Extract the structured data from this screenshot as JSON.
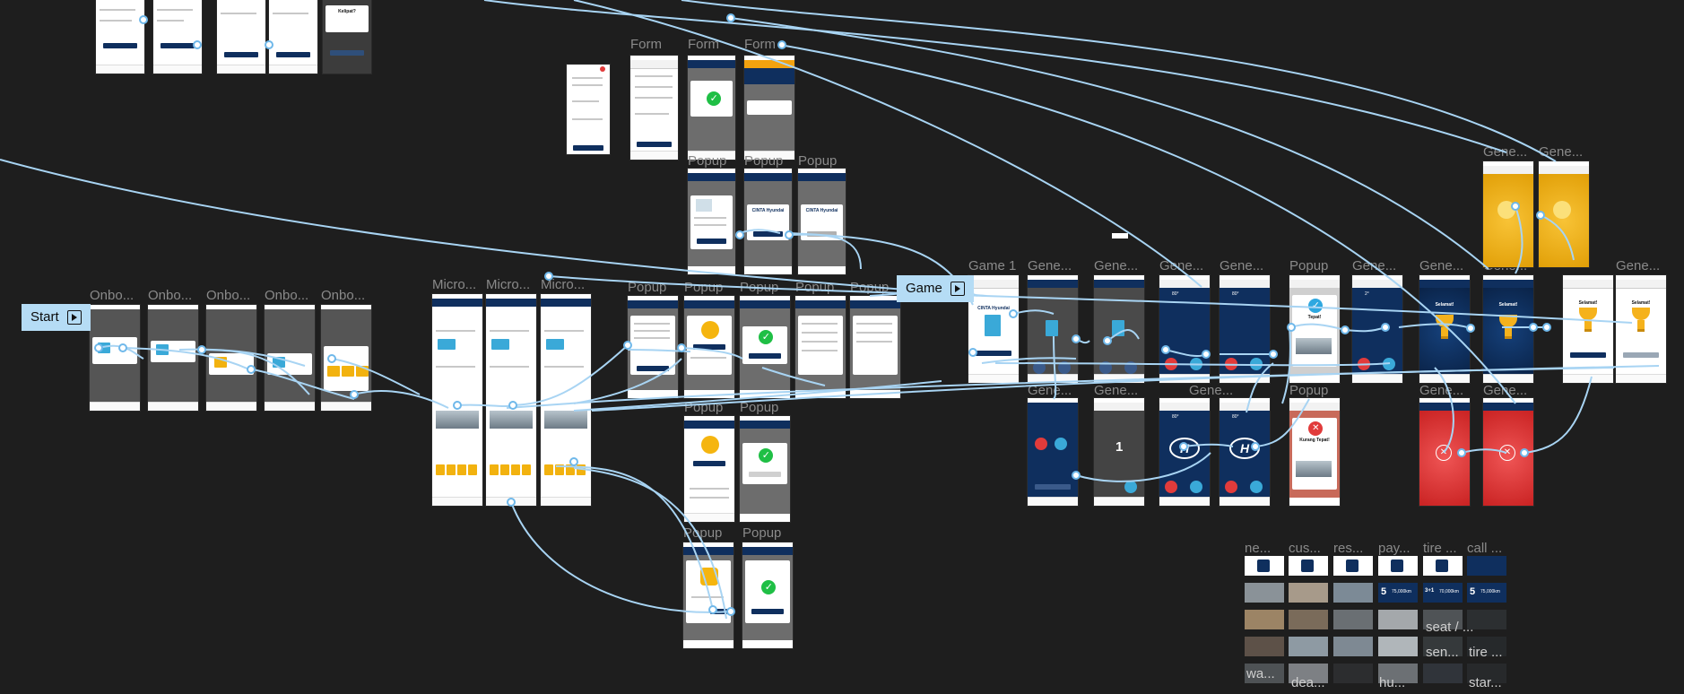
{
  "flows": {
    "start": "Start",
    "game": "Game"
  },
  "labels": {
    "onboarding": [
      "Onbo...",
      "Onbo...",
      "Onbo...",
      "Onbo...",
      "Onbo..."
    ],
    "micro": [
      "Micro...",
      "Micro...",
      "Micro..."
    ],
    "form": [
      "Form",
      "Form",
      "Form"
    ],
    "popup_top": [
      "Popup",
      "Popup",
      "Popup"
    ],
    "popup_mid": [
      "Popup",
      "Popup",
      "Popup",
      "Popup",
      "Popup"
    ],
    "popup_mid2": [
      "Popup",
      "Popup"
    ],
    "popup_bottom": [
      "Popup",
      "Popup"
    ],
    "game1": "Game 1",
    "gene_row1": [
      "Gene...",
      "Gene...",
      "Gene...",
      "Gene...",
      "Popup",
      "Gene...",
      "Gene...",
      "Gene..."
    ],
    "gene_right": [
      "Gene..."
    ],
    "gene_top": [
      "Gene...",
      "Gene..."
    ],
    "gene_row2": [
      "Gene...",
      "Gene...",
      "Gene...",
      "Popup",
      "Gene...",
      "Gene..."
    ],
    "asset_headers": [
      "ne...",
      "cus...",
      "res...",
      "pay...",
      "tire ...",
      "call ..."
    ],
    "asset_captions": [
      "seat / ...",
      "sen...",
      "tire ...",
      "wa...",
      "dea...",
      "hu...",
      "star..."
    ]
  },
  "screens": {
    "cinta_title": "CINTA Hyundai",
    "popup_title": "CINTA Hyundai",
    "tepat": "Tepat!",
    "kurang_tepat": "Kurang Tepat!",
    "selamat": "Selamat!",
    "kelipat": "Kelipat?",
    "counter_one": "1",
    "bonus_70": "70,000km",
    "bonus_75": "75,000km",
    "bonus_5": "5",
    "bonus_3": "3+1",
    "tempo": "80°",
    "tempo2": "2°"
  },
  "colors": {
    "canvas": "#1e1e1e",
    "wire": "#a8d4f3",
    "navy": "#0f2f5e",
    "yellow": "#f2b20f",
    "red": "#e13b3b",
    "green": "#1fbf45",
    "flow_chip": "#b5dcf5"
  }
}
